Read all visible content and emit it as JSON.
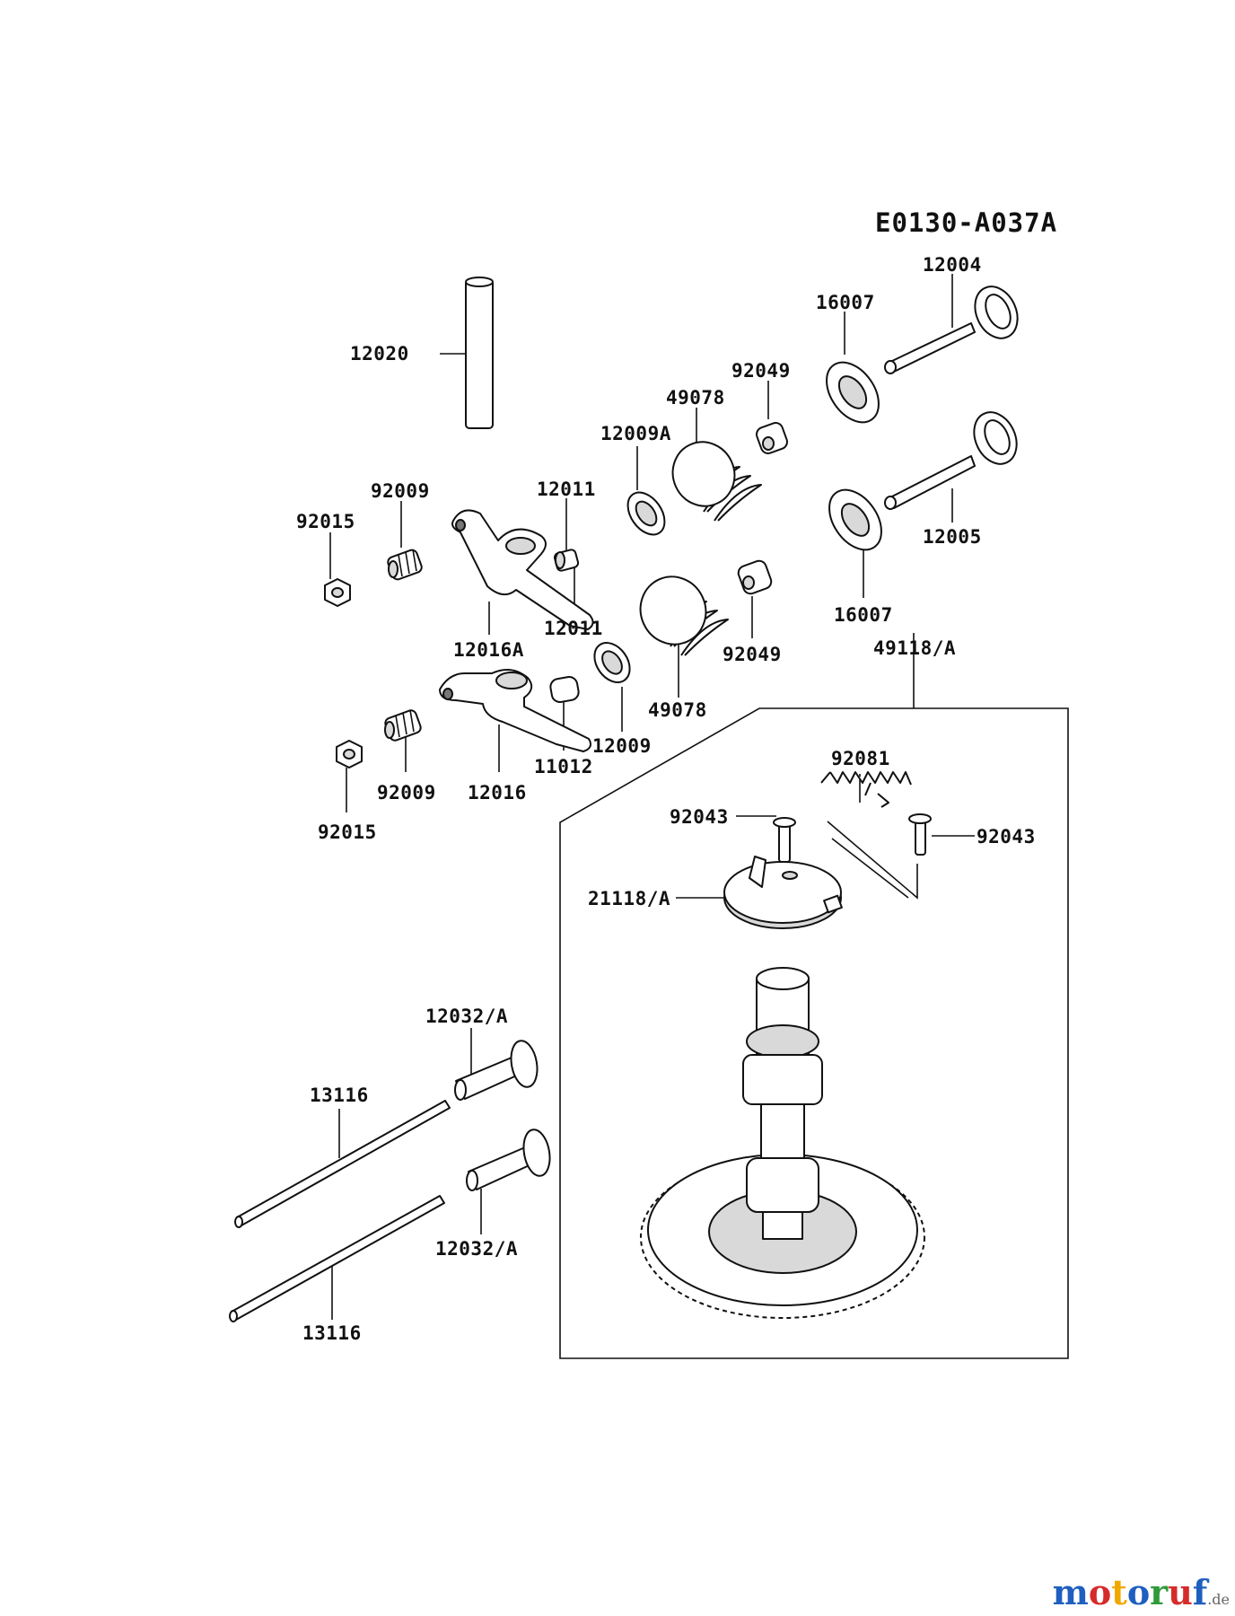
{
  "diagram_code": "E0130-A037A",
  "labels": {
    "l12004": "12004",
    "l16007_top": "16007",
    "l12020": "12020",
    "l92049_top": "92049",
    "l49078_top": "49078",
    "l12009A": "12009A",
    "l12011_top": "12011",
    "l92009_top": "92009",
    "l92015_top": "92015",
    "l12005": "12005",
    "l16007_bot": "16007",
    "l12011_bot": "12011",
    "l12016A": "12016A",
    "l92049_bot": "92049",
    "l49118A": "49118/A",
    "l49078_bot": "49078",
    "l12009": "12009",
    "l11012": "11012",
    "l92009_bot": "92009",
    "l12016": "12016",
    "l92015_bot": "92015",
    "l92081": "92081",
    "l92043_left": "92043",
    "l92043_right": "92043",
    "l21118A": "21118/A",
    "l12032A_top": "12032/A",
    "l13116_top": "13116",
    "l12032A_bot": "12032/A",
    "l13116_bot": "13116"
  },
  "watermark": {
    "text": "motoruf",
    "suffix": ".de",
    "colors": [
      "#1f5fbf",
      "#d62b2b",
      "#f0a800",
      "#1f5fbf",
      "#2e9a3a",
      "#d62b2b",
      "#1f5fbf"
    ]
  }
}
